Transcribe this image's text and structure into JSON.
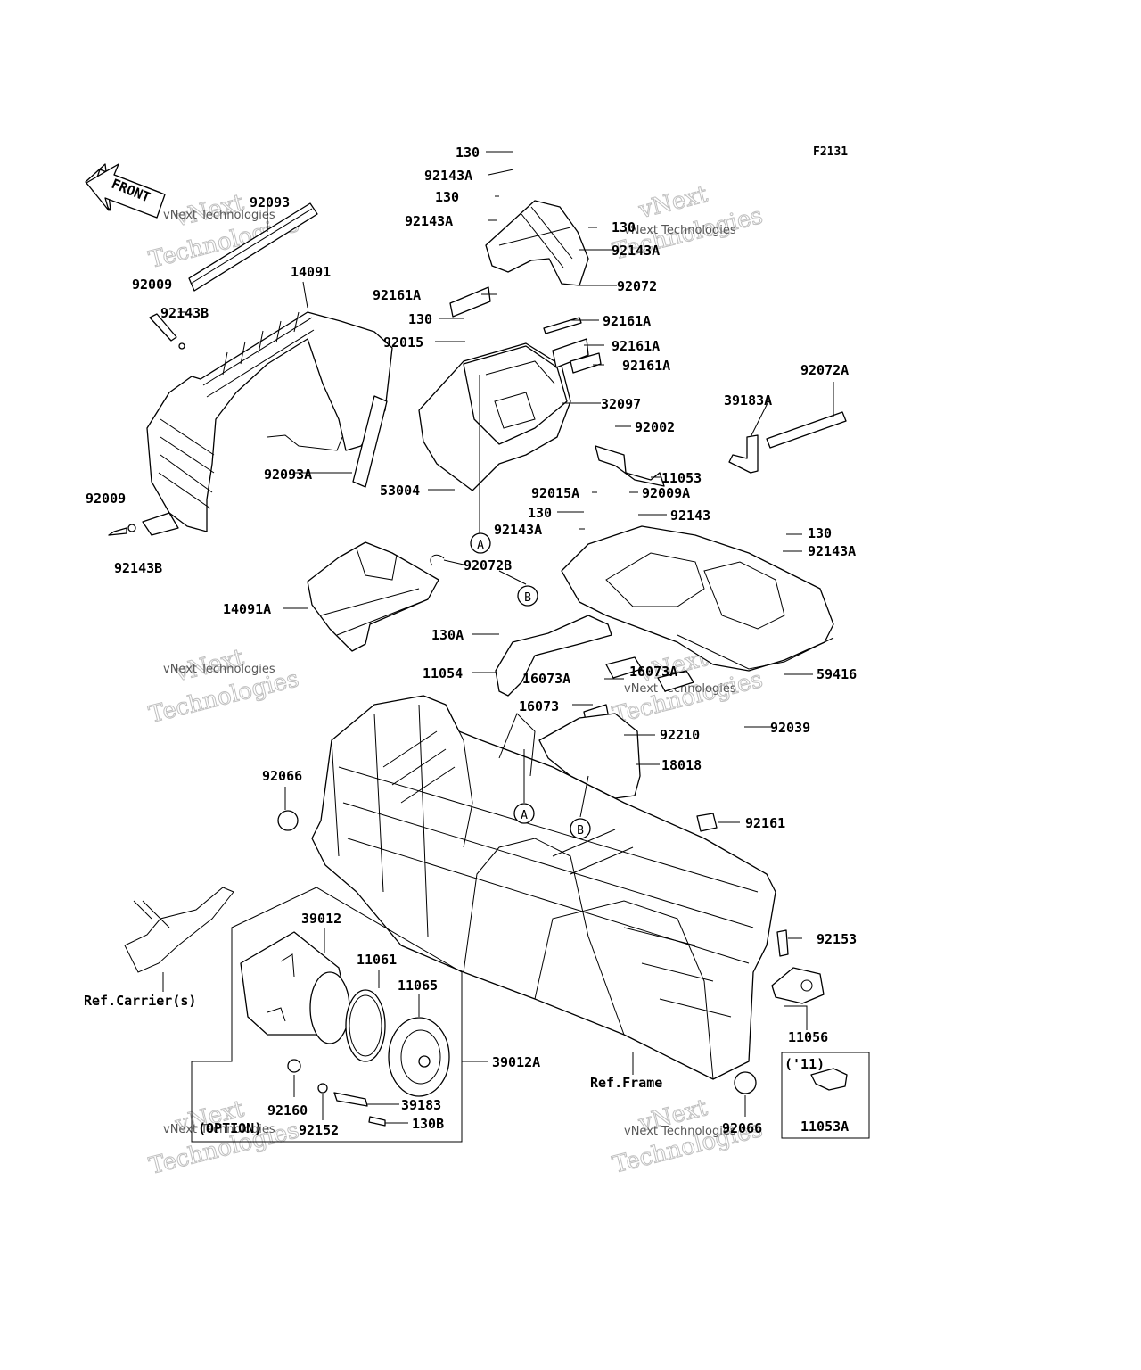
{
  "figure_code": "F2131",
  "front_arrow": "FRONT",
  "watermark": {
    "line1": "vNext",
    "line2": "Technologies",
    "small": "vNext Technologies"
  },
  "callouts": {
    "a": "A",
    "b": "B"
  },
  "labels": {
    "p130_1": "130",
    "p92143A_1": "92143A",
    "p130_2": "130",
    "p92143A_2": "92143A",
    "p130_3": "130",
    "p92143A_3": "92143A",
    "p92072": "92072",
    "p92161A_1": "92161A",
    "p130_4": "130",
    "p92161A_2": "92161A",
    "p92015": "92015",
    "p92161A_3": "92161A",
    "p92161A_4": "92161A",
    "p32097": "32097",
    "p92002": "92002",
    "p11053": "11053",
    "p92015A": "92015A",
    "p92009A": "92009A",
    "p130_5": "130",
    "p92143": "92143",
    "p92143A_4": "92143A",
    "p53004": "53004",
    "p92093": "92093",
    "p14091": "14091",
    "p92009_1": "92009",
    "p92143B_1": "92143B",
    "p92093A": "92093A",
    "p92009_2": "92009",
    "p92143B_2": "92143B",
    "p92072A": "92072A",
    "p39183A": "39183A",
    "p130_6": "130",
    "p92143A_5": "92143A",
    "p92072B": "92072B",
    "p14091A": "14091A",
    "p130A": "130A",
    "p11054": "11054",
    "p16073A_1": "16073A",
    "p16073A_2": "16073A",
    "p16073": "16073",
    "p59416": "59416",
    "p92210": "92210",
    "p92039": "92039",
    "p18018": "18018",
    "p92066_1": "92066",
    "p92161": "92161",
    "p92153": "92153",
    "p39012": "39012",
    "p11061": "11061",
    "p11065": "11065",
    "p39012A": "39012A",
    "p11056": "11056",
    "p92160": "92160",
    "p39183": "39183",
    "p92152": "92152",
    "p130B": "130B",
    "p92066_2": "92066",
    "p11053A": "11053A",
    "year11": "('11)",
    "option": "(OPTION)",
    "ref_carrier": "Ref.Carrier(s)",
    "ref_frame": "Ref.Frame"
  }
}
